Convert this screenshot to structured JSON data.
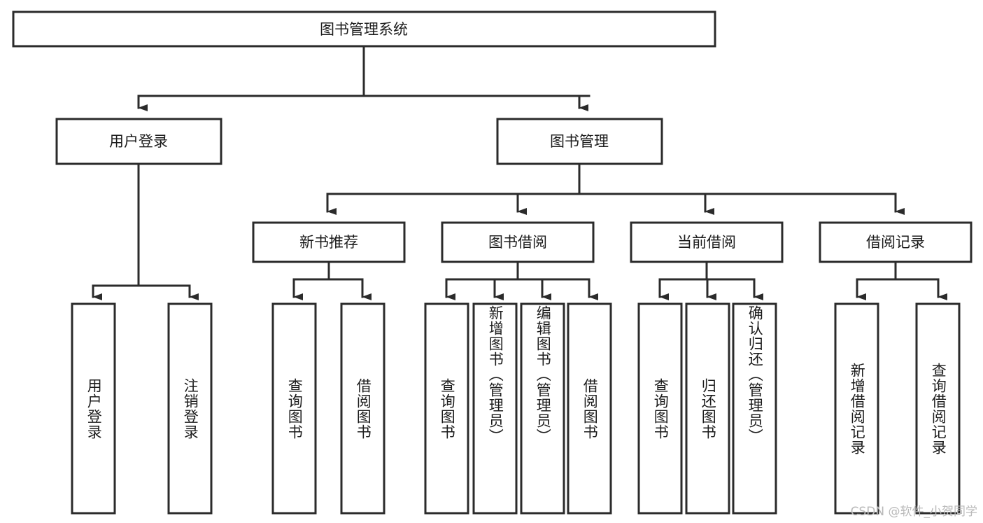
{
  "diagram": {
    "title": "图书管理系统",
    "watermark": "CSDN @软件_小贺同学",
    "colors": {
      "stroke": "#2b2b2b",
      "fill": "#ffffff",
      "text": "#1c1c1c",
      "watermark": "#b9b9b9"
    },
    "root": {
      "label": "图书管理系统"
    },
    "level2": [
      {
        "label": "用户登录"
      },
      {
        "label": "图书管理"
      }
    ],
    "level3": [
      {
        "label": "新书推荐"
      },
      {
        "label": "图书借阅"
      },
      {
        "label": "当前借阅"
      },
      {
        "label": "借阅记录"
      }
    ],
    "leaves": [
      {
        "label": "用户登录",
        "parent": "用户登录"
      },
      {
        "label": "注销登录",
        "parent": "用户登录"
      },
      {
        "label": "查询图书",
        "parent": "新书推荐"
      },
      {
        "label": "借阅图书",
        "parent": "新书推荐"
      },
      {
        "label": "查询图书",
        "parent": "图书借阅"
      },
      {
        "label": "新增图书（管理员）",
        "parent": "图书借阅"
      },
      {
        "label": "编辑图书（管理员）",
        "parent": "图书借阅"
      },
      {
        "label": "借阅图书",
        "parent": "图书借阅"
      },
      {
        "label": "查询图书",
        "parent": "当前借阅"
      },
      {
        "label": "归还图书",
        "parent": "当前借阅"
      },
      {
        "label": "确认归还（管理员）",
        "parent": "当前借阅"
      },
      {
        "label": "新增借阅记录",
        "parent": "借阅记录"
      },
      {
        "label": "查询借阅记录",
        "parent": "借阅记录"
      }
    ]
  }
}
